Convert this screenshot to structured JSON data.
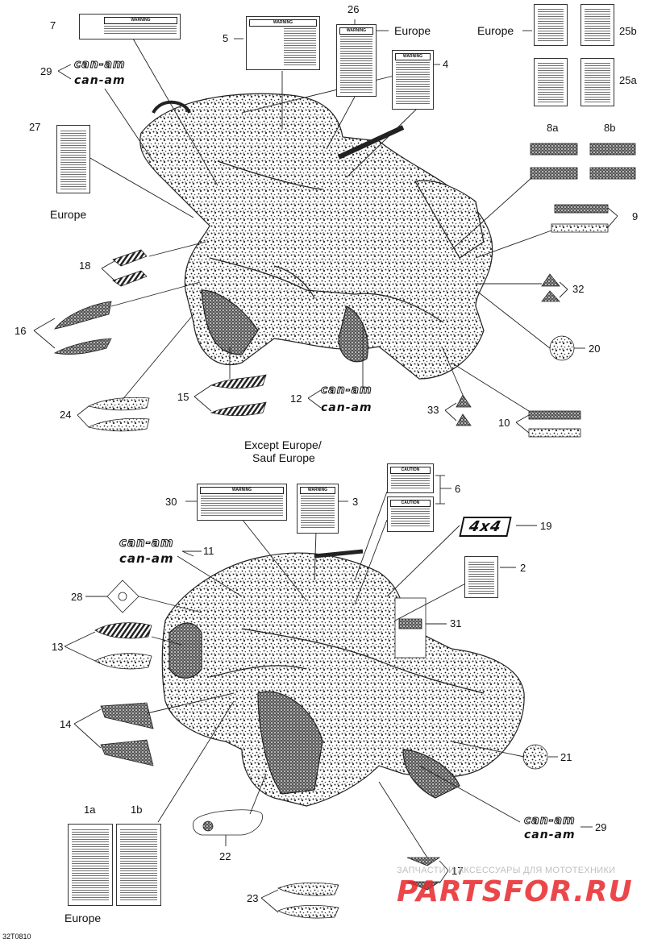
{
  "callouts": {
    "c7": "7",
    "c5": "5",
    "c26": "26",
    "c4": "4",
    "c29a": "29",
    "c27": "27",
    "c25b": "25b",
    "c25a": "25a",
    "c8a": "8a",
    "c8b": "8b",
    "c9": "9",
    "c18": "18",
    "c32": "32",
    "c16": "16",
    "c20": "20",
    "c15": "15",
    "c12": "12",
    "c24": "24",
    "c33": "33",
    "c10": "10",
    "c30": "30",
    "c3": "3",
    "c6": "6",
    "c19": "19",
    "c11": "11",
    "c2": "2",
    "c28": "28",
    "c31": "31",
    "c13": "13",
    "c14": "14",
    "c21": "21",
    "c1a": "1a",
    "c1b": "1b",
    "c29b": "29",
    "c22": "22",
    "c17": "17",
    "c23": "23"
  },
  "notes": {
    "europe_26": "Europe",
    "europe_25b": "Europe",
    "europe_27": "Europe",
    "europe_1": "Europe",
    "except_europe_line1": "Except Europe/",
    "except_europe_line2": "Sauf Europe"
  },
  "decals": {
    "warning": "WARNING",
    "caution": "CAUTION",
    "brand": "can-am",
    "brand_outline": "can-am",
    "badge_4x4": "4x4"
  },
  "watermark": {
    "line1": "ЗАПЧАСТИ И АКСЕССУАРЫ ДЛЯ МОТОТЕХНИКИ",
    "line2": "PARTSFOR.RU"
  },
  "drawing_code": "32T0810",
  "colors": {
    "ink": "#111111",
    "watermark_red": "#e8282c",
    "watermark_grey": "#c0c0c0"
  }
}
